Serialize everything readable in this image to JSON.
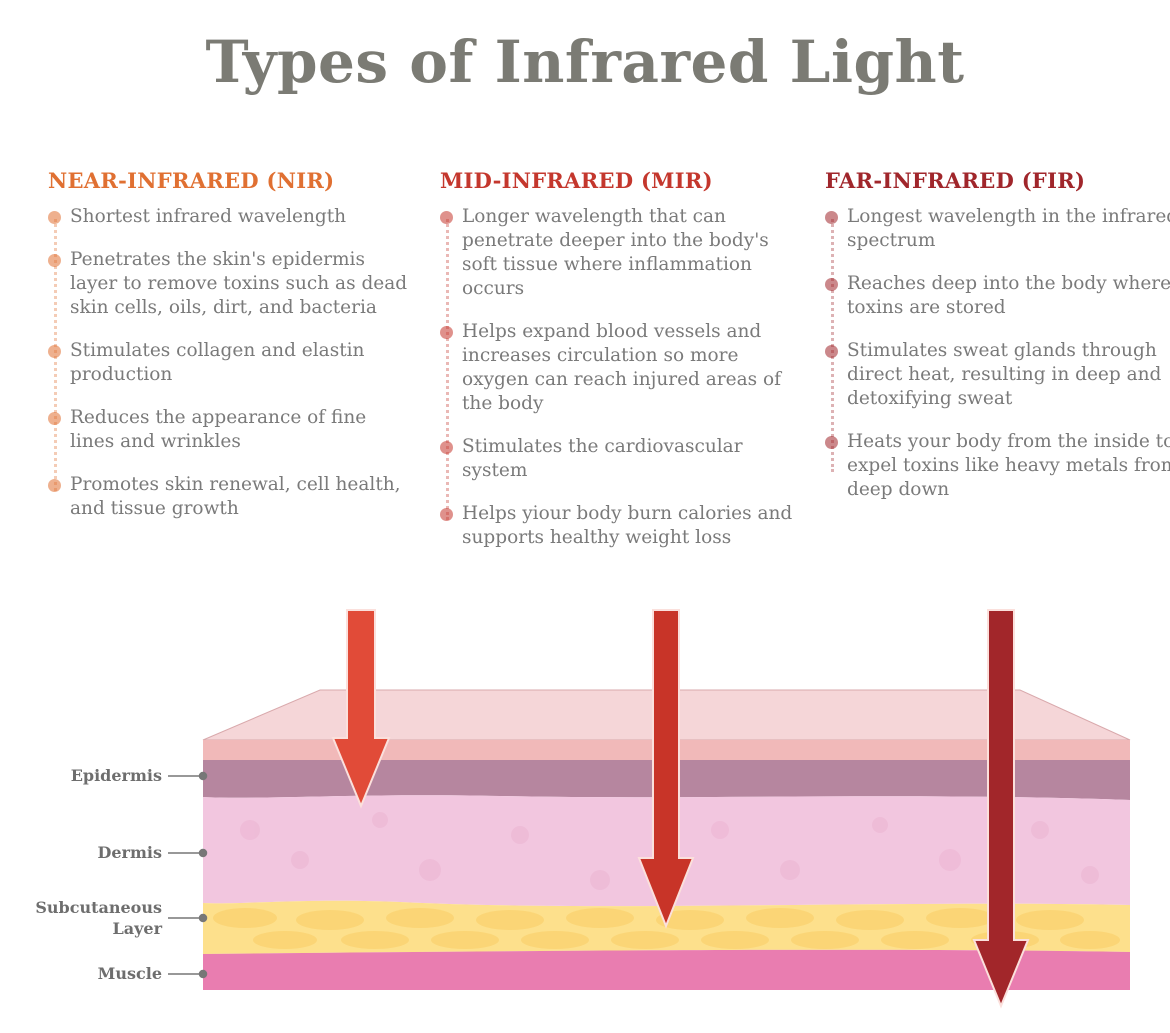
{
  "title": "Types of Infrared Light",
  "columns": [
    {
      "heading": "NEAR-INFRARED (NIR)",
      "color": "#e07032",
      "items": [
        "Shortest infrared wavelength",
        "Penetrates the skin's epidermis layer to remove toxins such as dead skin cells, oils, dirt, and bacteria",
        "Stimulates collagen and elastin production",
        "Reduces the appearance of fine lines and wrinkles",
        "Promotes skin renewal, cell health, and tissue growth"
      ]
    },
    {
      "heading": "MID-INFRARED (MIR)",
      "color": "#c4372d",
      "items": [
        "Longer wavelength that can penetrate deeper into the body's soft tissue where inflammation occurs",
        "Helps expand blood vessels and increases circulation so more oxygen can reach injured areas of the body",
        "Stimulates the cardiovascular system",
        "Helps yiour body burn calories and supports healthy weight loss"
      ]
    },
    {
      "heading": "FAR-INFRARED (FIR)",
      "color": "#a0262b",
      "items": [
        "Longest wavelength in the infrared spectrum",
        "Reaches deep into the body where toxins are stored",
        "Stimulates sweat glands through direct heat, resulting in deep and detoxifying sweat",
        "Heats your body from the inside to expel toxins like heavy metals from deep down"
      ]
    }
  ],
  "layers": {
    "epidermis": "Epidermis",
    "dermis": "Dermis",
    "subcutaneous_1": "Subcutaneous",
    "subcutaneous_2": "Layer",
    "muscle": "Muscle"
  }
}
